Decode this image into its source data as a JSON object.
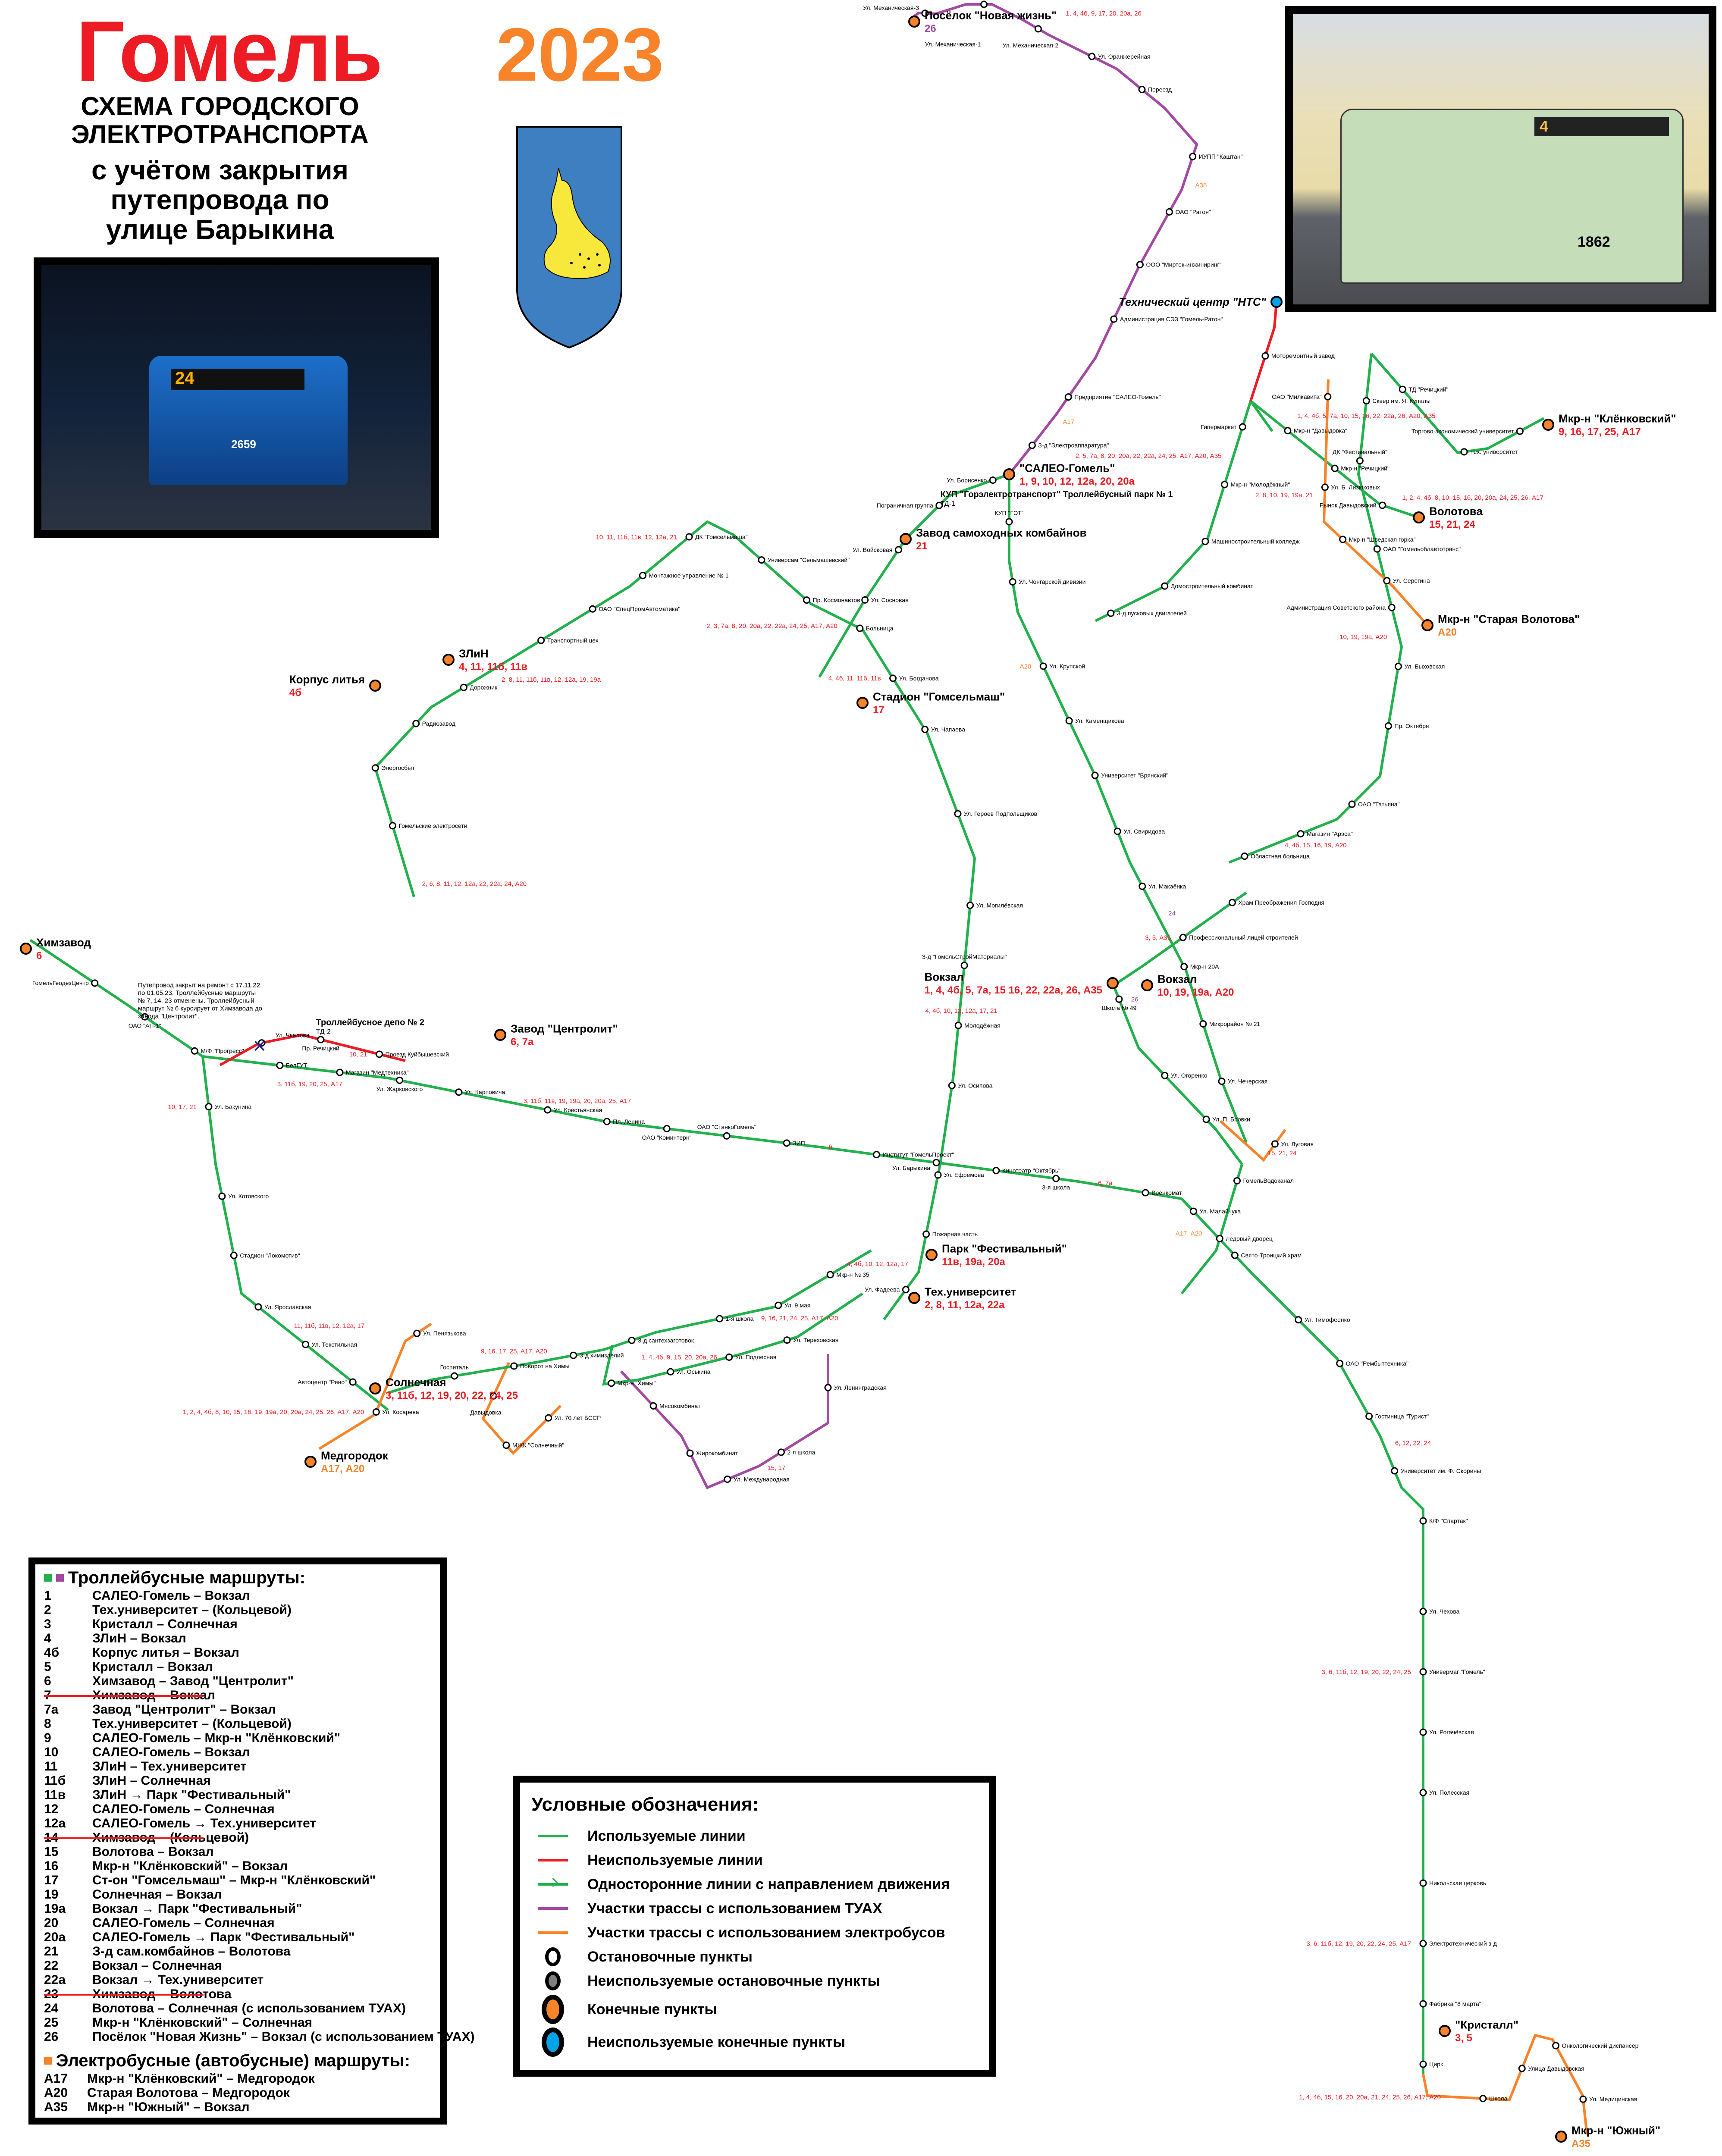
{
  "header": {
    "city": "Гомель",
    "subtitle_line1": "СХЕМА ГОРОДСКОГО",
    "subtitle_line2": "ЭЛЕКТРОТРАНСПОРТА",
    "note_line1": "с учётом закрытия",
    "note_line2": "путепровода по",
    "note_line3": "улице Барыкина",
    "year": "2023"
  },
  "photos": {
    "night_bus_route": "24",
    "night_bus_number": "2659",
    "day_bus_route": "4",
    "day_bus_number": "1862"
  },
  "colors": {
    "used_line": "#22b14c",
    "unused_line": "#ed1c24",
    "tuax_line": "#a349a4",
    "ebus_line": "#f7842a",
    "terminal": "#f7842a",
    "unused_terminal": "#00a2e8",
    "unused_stop": "#7f7f7f",
    "route_label": "#ed1c24"
  },
  "map": {
    "terminals": [
      {
        "name": "Посёлок \"Новая жизнь\"",
        "routes": "26",
        "routes_color": "tuax"
      },
      {
        "name": "\"САЛЕО-Гомель\"",
        "routes": "1, 9, 10, 12, 12а, 20, 20а",
        "routes_color": "red"
      },
      {
        "name": "Технический центр \"НТС\"",
        "routes": "",
        "unused": true
      },
      {
        "name": "Мкр-н \"Клёнковский\"",
        "routes": "9, 16, 17, 25, А17",
        "routes_color": "red"
      },
      {
        "name": "Волотова",
        "routes": "15, 21, 24",
        "routes_color": "red"
      },
      {
        "name": "Мкр-н \"Старая Волотова\"",
        "routes": "А20",
        "routes_color": "orange"
      },
      {
        "name": "Завод самоходных комбайнов",
        "routes": "21",
        "routes_color": "red"
      },
      {
        "name": "ЗЛиН",
        "routes": "4, 11, 11б, 11в",
        "routes_color": "red"
      },
      {
        "name": "Корпус литья",
        "routes": "4б",
        "routes_color": "red"
      },
      {
        "name": "Стадион \"Гомсельмаш\"",
        "routes": "17",
        "routes_color": "red"
      },
      {
        "name": "Химзавод",
        "routes": "6",
        "routes_color": "red"
      },
      {
        "name": "Завод \"Центролит\"",
        "routes": "6, 7а",
        "routes_color": "red"
      },
      {
        "name": "Вокзал",
        "routes": "1, 4, 4б, 5, 7а, 15 16, 22, 22а, 26, А35",
        "routes_color": "red"
      },
      {
        "name": "Вокзал ",
        "routes": "10, 19, 19а, А20",
        "routes_color": "red"
      },
      {
        "name": "Парк \"Фестивальный\"",
        "routes": "11в, 19а, 20а",
        "routes_color": "red"
      },
      {
        "name": "Тех.университет",
        "routes": "2, 8, 11, 12а, 22а",
        "routes_color": "red"
      },
      {
        "name": "Солнечная",
        "routes": "3, 11б, 12, 19, 20, 22, 24, 25",
        "routes_color": "red"
      },
      {
        "name": "Медгородок",
        "routes": "А17, А20",
        "routes_color": "orange"
      },
      {
        "name": "\"Кристалл\"",
        "routes": "3, 5",
        "routes_color": "red"
      },
      {
        "name": "Мкр-н \"Южный\"",
        "routes": "А35",
        "routes_color": "orange"
      }
    ],
    "depots": [
      {
        "name": "КУП \"Горэлектротранспорт\" Троллейбусный парк № 1",
        "code": "ТД-1"
      },
      {
        "name": "Троллейбусное депо № 2",
        "code": "ТД-2"
      }
    ],
    "closure_note": "Путепровод закрыт на ремонт с 17.11.22 по 01.05.23. Троллейбусные маршруты № 7, 14, 23 отменены. Троллейбусный маршрут № 6 курсирует от Химзавода до завода \"Центролит\".",
    "stops": [
      "Ул. Механическая-3",
      "Ул. Механическая-1",
      "Ул. Механическая-2",
      "Ул. Оранжерейная",
      "Переезд",
      "ИУПП \"Каштан\"",
      "ОАО \"Ратон\"",
      "ООО \"Миртек-инжиниринг\"",
      "Администрация СЭЗ \"Гомель-Ратон\"",
      "Предприятие \"САЛЕО-Гомель\"",
      "З-д \"Электроаппаратура\"",
      "КУП \"ГЭТ\"",
      "Ул. Чонгарской дивизии",
      "Ул. Крупской",
      "Ул. Каменщикова",
      "Университет \"Брянский\"",
      "Ул. Свиридова",
      "Ул. Макаёнка",
      "Мкр-н 20А",
      "Микрорайон № 21",
      "Ул. Чечерская",
      "Школа № 49",
      "Ул. Огоренко",
      "Ул. П. Бровки",
      "Храм Преображения Господня",
      "Профессиональный лицей строителей",
      "ГомельВодоканал",
      "Ледовый дворец",
      "Ул. Малайчука",
      "Свято-Троицкий храм",
      "Ул. Тимофеенко",
      "ОАО \"Рембыттехника\"",
      "Гостиница \"Турист\"",
      "Университет им. Ф. Скорины",
      "К/Ф \"Спартак\"",
      "Ул. Чехова",
      "Универмаг \"Гомель\"",
      "Ул. Рогачёвская",
      "Ул. Полесская",
      "Никольская церковь",
      "Электротехнический з-д",
      "Фабрика \"8 марта\"",
      "Цирк",
      "БелГУТ",
      "Магазин \"Медтехника\"",
      "Ул. Жарковского",
      "Ул. Карповича",
      "Ул. Крестьянская",
      "Пл. Ленина",
      "ОАО \"Коминтерн\"",
      "ОАО \"СтанкоГомель\"",
      "ЗИП",
      "Институт \"ГомельПроект\"",
      "Ул. Барыкина",
      "Кинотеатр \"Октябрь\"",
      "3-я школа",
      "Военкомат",
      "Ул. Чкалова",
      "Пр. Речицкий",
      "Проезд Куйбышевский",
      "ГомельГеодезЦентр",
      "ОАО \"АП-1\"",
      "М/Ф \"Прогресс\"",
      "Ул. Бакунина",
      "Ул. Котовского",
      "Стадион \"Локомотив\"",
      "Ул. Ярославская",
      "Ул. Текстильная",
      "Автоцентр \"Рено\"",
      "Ул. Могилёвская",
      "З-д \"ГомельСтройМатериалы\"",
      "Молодёжная",
      "Ул. Осипова",
      "Ул. Ефремова",
      "Пожарная часть",
      "Ул. Фадеева",
      "Ул. Героев Подпольщиков",
      "Ул. Чапаева",
      "Ул. Богданова",
      "Больница",
      "Пр. Космонавтов",
      "Универсам \"Сельмашевский\"",
      "ДК \"Гомсельмаша\"",
      "Монтажное управление № 1",
      "ОАО \"СпецПромАвтоматика\"",
      "Транспортный цех",
      "Дорожник",
      "Радиозавод",
      "Энергосбыт",
      "Гомельские электросети",
      "Ул. Борисенко",
      "Пограничная группа",
      "Ул. Войсковая",
      "Ул. Сосновая",
      "З-д пусковых двигателей",
      "Домостроительный комбинат",
      "Машиностроительный колледж",
      "Мкр-н \"Молодёжный\"",
      "Гипермаркет",
      "Мкр-н \"Давыдовка\"",
      "Мкр-н \"Речицкий\"",
      "Рынок Давыдовский",
      "ТД \"Речицкий\"",
      "Тех. университет",
      "Торгово-экономический университет",
      "Сквер им. Я. Купалы",
      "ДК \"Фестивальный\"",
      "ОАО \"Гомельоблавтотранс\"",
      "Администрация Советского района",
      "Ул. Быховская",
      "Пр. Октября",
      "ОАО \"Татьяна\"",
      "Магазин \"Арэса\"",
      "Областная больница",
      "Моторемонтный завод",
      "ОАО \"Милкавита\"",
      "Ул. Б. Лизюковых",
      "Мкр-н \"Шведская горка\"",
      "Ул. Серёгина",
      "Ул. Пенязькова",
      "Ул. Косарева",
      "Ул. 70 лет БССР",
      "МЖК \"Солнечный\"",
      "Давыдовка",
      "Школа",
      "Улица Давыдовская",
      "Онкологический диспансер",
      "Ул. Медицинская",
      "Ул. Луговая",
      "Мясокомбинат",
      "Жирокомбинат",
      "Ул. Международная",
      "2-я школа",
      "Ул. Ленинградская",
      "Мкр-н № 35",
      "Ул. 9 мая",
      "1-я школа",
      "З-д сантехзаготовок",
      "З-д химизделий",
      "Поворот на Химы",
      "Госпиталь",
      "Мкр-н \"Химы\"",
      "Ул. Оськина",
      "Ул. Подлесная",
      "Ул. Тереховская"
    ],
    "segment_labels": [
      "1, 4, 4б, 9, 17, 20, 20а, 26",
      "1, 4, 4б, 9, 15, 20, 20а, 26",
      "9, 16, 17, 25, А17, А20",
      "9, 16, 21, 24, 25, А17, А20",
      "15, 17",
      "15, 21, 24",
      "1, 4, 4б, 15, 16, 20, 20а, 21, 24, 25, 26, А17, А20",
      "1, 2, 4, 4б, 8, 10, 15, 16, 19, 19а, 20, 20а, 24, 25, 26, А17, А20",
      "2, 8, 10, 19, 19а, 21",
      "4, 4б, 15, 16, 19, А20",
      "10, 19, 19а, А20",
      "1, 4, 4б, 5, 7а, 10, 15, 16, 22, 22а, 26, А20, А35",
      "1, 2, 4, 4б, 8, 10, 15, 16, 20, 20а, 24, 25, 26, А17",
      "2, 5, 7а, 8, 20, 20а, 22, 22а, 24, 25, А17, А20, А35",
      "2, 3, 7а, 8, 20, 20а, 22, 22а, 24, 25, А17, А20",
      "2, 6, 8, 11, 12, 12а, 22, 22а, 24, А20",
      "2, 8, 11, 11б, 11в, 12, 12а, 19, 19а",
      "10, 11, 11б, 11в, 12, 12а, 21",
      "4, 4б, 11, 11б, 11в",
      "4, 4б, 10, 12, 12а, 17",
      "4, 4б, 10, 12, 12а, 17, 21",
      "11, 11б, 11в, 12, 12а, 17",
      "10, 17, 21",
      "10, 21",
      "6, 7а",
      "6",
      "3, 11б, 11в, 19, 19а, 20, 20а, 25, А17",
      "3, 11б, 19, 20, 25, А17",
      "3, 6, 11б, 12, 19, 20, 22, 24, 25, А17",
      "3, 6, 11б, 12, 19, 20, 22, 24, 25",
      "6, 12, 22, 24",
      "А17, А20",
      "3, 5, А35",
      "26",
      "24",
      "А20",
      "А17",
      "А35"
    ]
  },
  "routes_panel": {
    "title": "Троллейбусные маршруты:",
    "trolleybus": [
      {
        "num": "1",
        "name": "САЛЕО-Гомель – Вокзал",
        "cancelled": false
      },
      {
        "num": "2",
        "name": "Тех.университет – (Кольцевой)",
        "cancelled": false
      },
      {
        "num": "3",
        "name": "Кристалл – Солнечная",
        "cancelled": false
      },
      {
        "num": "4",
        "name": "ЗЛиН – Вокзал",
        "cancelled": false
      },
      {
        "num": "4б",
        "name": "Корпус литья – Вокзал",
        "cancelled": false
      },
      {
        "num": "5",
        "name": "Кристалл – Вокзал",
        "cancelled": false
      },
      {
        "num": "6",
        "name": "Химзавод – Завод \"Центролит\"",
        "cancelled": false
      },
      {
        "num": "7",
        "name": "Химзавод – Вокзал",
        "cancelled": true
      },
      {
        "num": "7а",
        "name": "Завод \"Центролит\" – Вокзал",
        "cancelled": false
      },
      {
        "num": "8",
        "name": "Тех.университет – (Кольцевой)",
        "cancelled": false
      },
      {
        "num": "9",
        "name": "САЛЕО-Гомель – Мкр-н \"Клёнковский\"",
        "cancelled": false
      },
      {
        "num": "10",
        "name": "САЛЕО-Гомель – Вокзал",
        "cancelled": false
      },
      {
        "num": "11",
        "name": "ЗЛиН – Тех.университет",
        "cancelled": false
      },
      {
        "num": "11б",
        "name": "ЗЛиН – Солнечная",
        "cancelled": false
      },
      {
        "num": "11в",
        "name": "ЗЛиН → Парк \"Фестивальный\"",
        "cancelled": false
      },
      {
        "num": "12",
        "name": "САЛЕО-Гомель – Солнечная",
        "cancelled": false
      },
      {
        "num": "12а",
        "name": "САЛЕО-Гомель → Тех.университет",
        "cancelled": false
      },
      {
        "num": "14",
        "name": "Химзавод – (Кольцевой)",
        "cancelled": true
      },
      {
        "num": "15",
        "name": "Волотова – Вокзал",
        "cancelled": false
      },
      {
        "num": "16",
        "name": "Мкр-н \"Клёнковский\" – Вокзал",
        "cancelled": false
      },
      {
        "num": "17",
        "name": "Ст-он \"Гомсельмаш\" – Мкр-н \"Клёнковский\"",
        "cancelled": false
      },
      {
        "num": "19",
        "name": "Солнечная – Вокзал",
        "cancelled": false
      },
      {
        "num": "19а",
        "name": "Вокзал → Парк \"Фестивальный\"",
        "cancelled": false
      },
      {
        "num": "20",
        "name": "САЛЕО-Гомель – Солнечная",
        "cancelled": false
      },
      {
        "num": "20а",
        "name": "САЛЕО-Гомель → Парк \"Фестивальный\"",
        "cancelled": false
      },
      {
        "num": "21",
        "name": "З-д сам.комбайнов – Волотова",
        "cancelled": false
      },
      {
        "num": "22",
        "name": "Вокзал – Солнечная",
        "cancelled": false
      },
      {
        "num": "22а",
        "name": "Вокзал → Тех.университет",
        "cancelled": false
      },
      {
        "num": "23",
        "name": "Химзавод – Волотова",
        "cancelled": true
      },
      {
        "num": "24",
        "name": "Волотова – Солнечная (с использованием ТУАХ)",
        "cancelled": false
      },
      {
        "num": "25",
        "name": "Мкр-н \"Клёнковский\" – Солнечная",
        "cancelled": false
      },
      {
        "num": "26",
        "name": "Посёлок \"Новая Жизнь\" – Вокзал (с использованием ТУАХ)",
        "cancelled": false
      }
    ],
    "ebus_title": "Электробусные (автобусные) маршруты:",
    "ebus": [
      {
        "num": "А17",
        "name": "Мкр-н \"Клёнковский\" – Медгородок"
      },
      {
        "num": "А20",
        "name": "Старая Волотова – Медгородок"
      },
      {
        "num": "А35",
        "name": "Мкр-н \"Южный\" – Вокзал"
      }
    ]
  },
  "legend": {
    "title": "Условные обозначения:",
    "items": [
      {
        "symbol": "line",
        "color": "#22b14c",
        "label": "Используемые линии"
      },
      {
        "symbol": "line",
        "color": "#ed1c24",
        "label": "Неиспользуемые линии"
      },
      {
        "symbol": "arrow-line",
        "color": "#22b14c",
        "label": "Односторонние линии с направлением движения"
      },
      {
        "symbol": "line",
        "color": "#a349a4",
        "label": "Участки трассы с использованием ТУАХ"
      },
      {
        "symbol": "line",
        "color": "#f7842a",
        "label": "Участки трассы с использованием электробусов"
      },
      {
        "symbol": "stop",
        "color": "#ffffff",
        "label": "Остановочные пункты"
      },
      {
        "symbol": "stop",
        "color": "#7f7f7f",
        "label": "Неиспользуемые остановочные пункты"
      },
      {
        "symbol": "terminal",
        "color": "#f7842a",
        "label": "Конечные пункты"
      },
      {
        "symbol": "terminal",
        "color": "#00a2e8",
        "label": "Неиспользуемые конечные пункты"
      }
    ]
  }
}
